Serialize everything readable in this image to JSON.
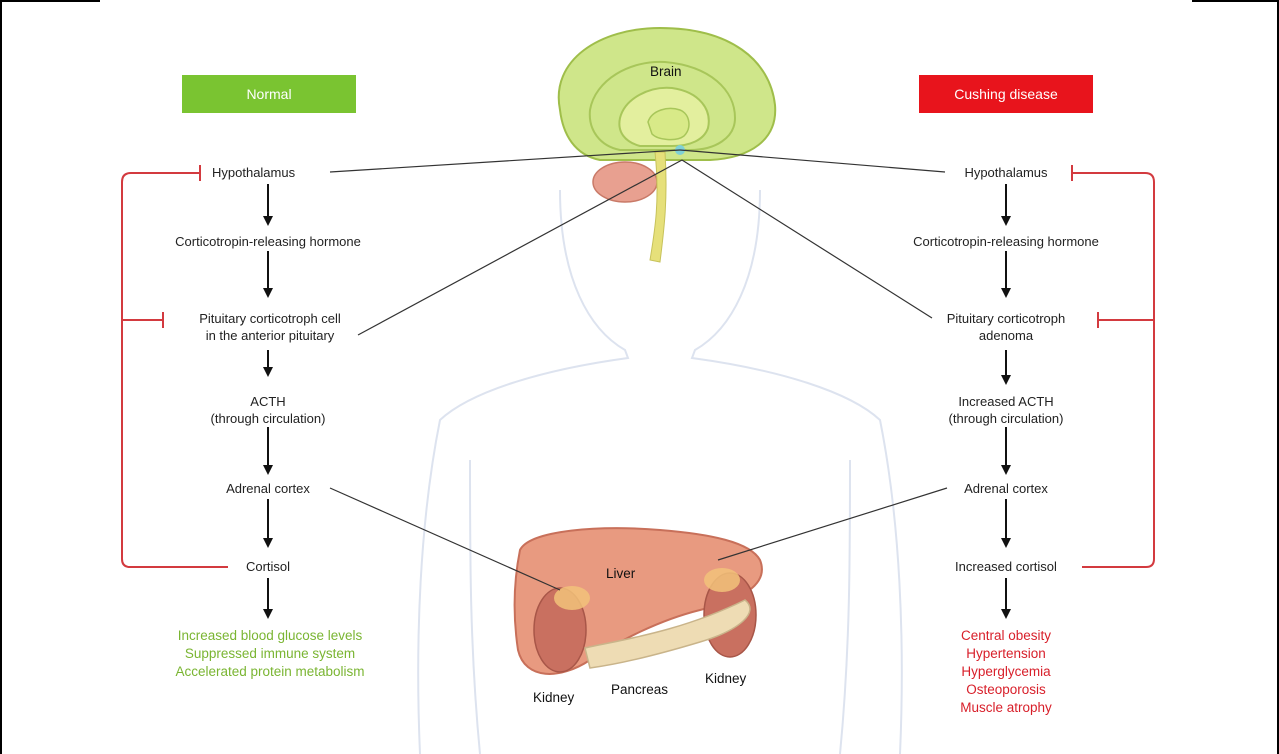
{
  "normal": {
    "badge": "Normal",
    "hypothalamus": "Hypothalamus",
    "crh": "Corticotropin-releasing hormone",
    "pituitary_1": "Pituitary corticotroph cell",
    "pituitary_2": "in the anterior pituitary",
    "acth_1": "ACTH",
    "acth_2": "(through circulation)",
    "adrenal": "Adrenal cortex",
    "cortisol": "Cortisol",
    "effects": [
      "Increased blood glucose levels",
      "Suppressed immune system",
      "Accelerated protein metabolism"
    ]
  },
  "cushing": {
    "badge": "Cushing disease",
    "hypothalamus": "Hypothalamus",
    "crh": "Corticotropin-releasing hormone",
    "pituitary_1": "Pituitary corticotroph",
    "pituitary_2": "adenoma",
    "acth_1": "Increased ACTH",
    "acth_2": "(through circulation)",
    "adrenal": "Adrenal cortex",
    "cortisol": "Increased cortisol",
    "effects": [
      "Central obesity",
      "Hypertension",
      "Hyperglycemia",
      "Osteoporosis",
      "Muscle atrophy"
    ]
  },
  "organs": {
    "brain": "Brain",
    "liver": "Liver",
    "kidney_left": "Kidney",
    "pancreas": "Pancreas",
    "kidney_right": "Kidney"
  },
  "colors": {
    "normal_green": "#7ac431",
    "cushing_red": "#e8141c",
    "feedback_red": "#d33a3f",
    "effect_green": "#7ab532",
    "effect_red": "#d81f2a"
  }
}
